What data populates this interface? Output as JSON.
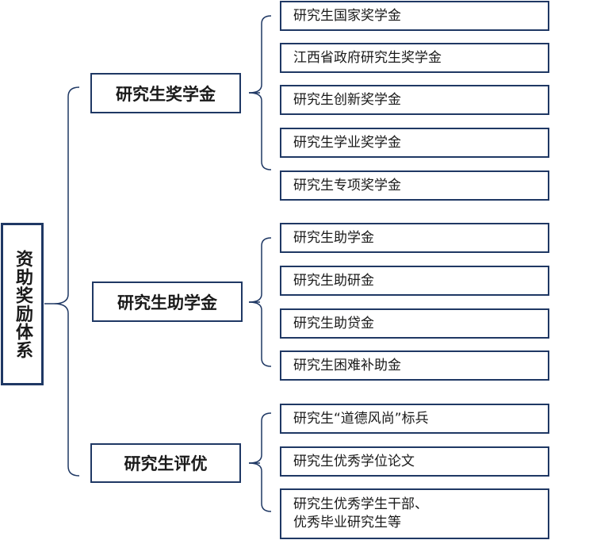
{
  "root": {
    "label": "资助奖励体系"
  },
  "categories": [
    {
      "label": "研究生奖学金",
      "items": [
        "研究生国家奖学金",
        "江西省政府研究生奖学金",
        "研究生创新奖学金",
        "研究生学业奖学金",
        "研究生专项奖学金"
      ]
    },
    {
      "label": "研究生助学金",
      "items": [
        "研究生助学金",
        "研究生助研金",
        "研究生助贷金",
        "研究生困难补助金"
      ]
    },
    {
      "label": "研究生评优",
      "items": [
        "研究生“道德风尚”标兵",
        "研究生优秀学位论文"
      ],
      "multiline_item": {
        "line1": "研究生优秀学生干部、",
        "line2": "优秀毕业研究生等"
      }
    }
  ],
  "colors": {
    "border": "#1f3864",
    "text": "#1a1a1a",
    "background": "#ffffff"
  }
}
